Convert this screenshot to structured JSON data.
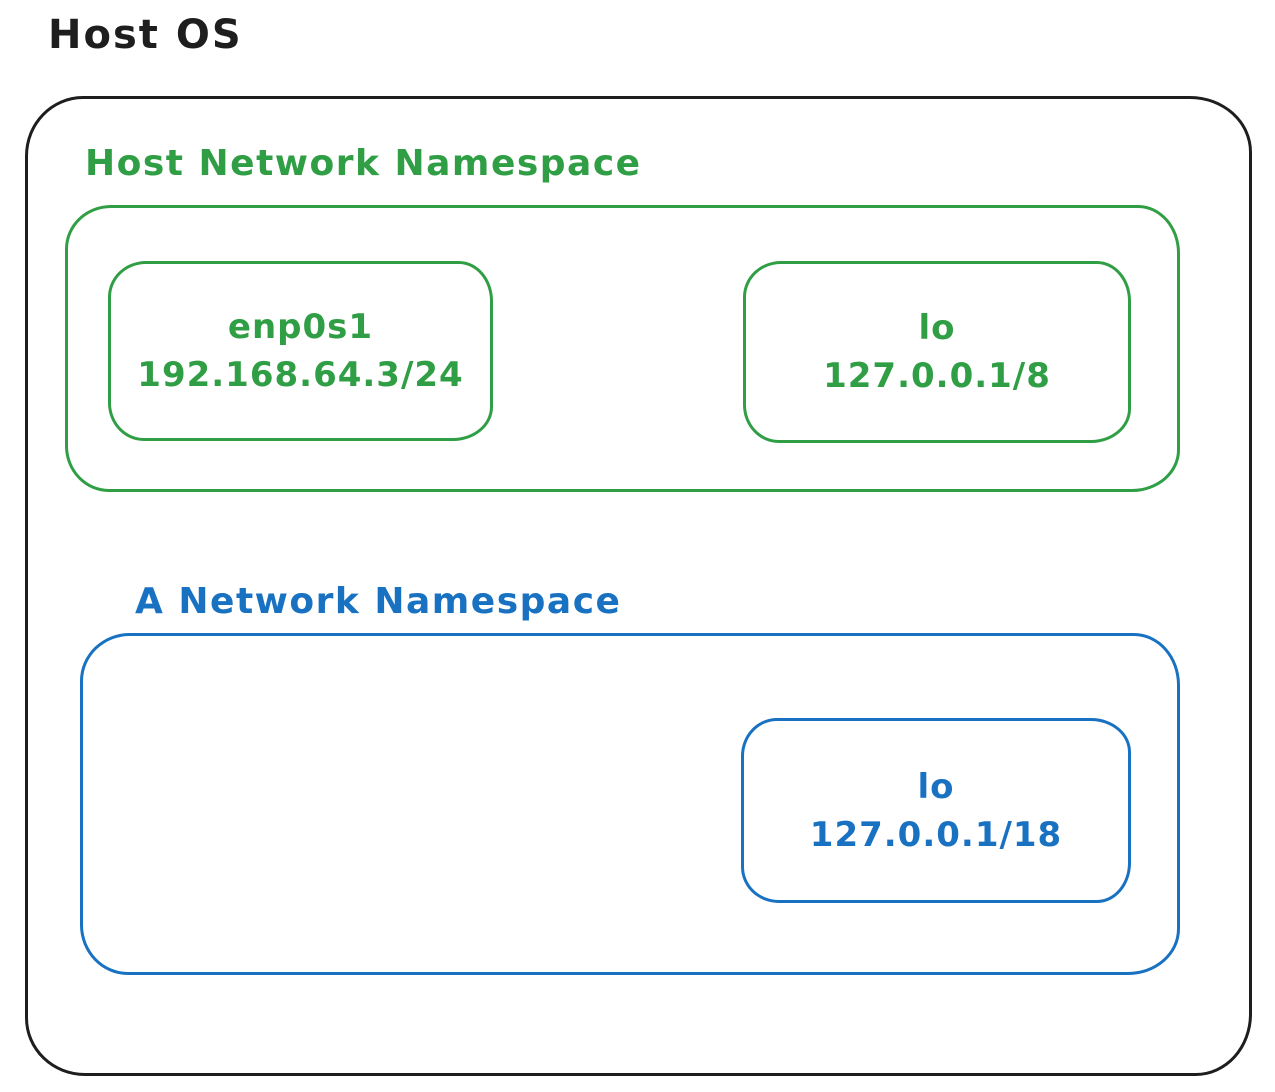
{
  "host_os": {
    "label": "Host OS"
  },
  "colors": {
    "outline_black": "#1e1e1e",
    "host_ns_green": "#2f9e44",
    "a_ns_blue": "#1971c2",
    "background": "#ffffff"
  },
  "namespaces": [
    {
      "name": "Host Network Namespace",
      "color": "#2f9e44",
      "interfaces": [
        {
          "name": "enp0s1",
          "address": "192.168.64.3/24"
        },
        {
          "name": "lo",
          "address": "127.0.0.1/8"
        }
      ]
    },
    {
      "name": "A Network Namespace",
      "color": "#1971c2",
      "interfaces": [
        {
          "name": "lo",
          "address": "127.0.0.1/18"
        }
      ]
    }
  ]
}
